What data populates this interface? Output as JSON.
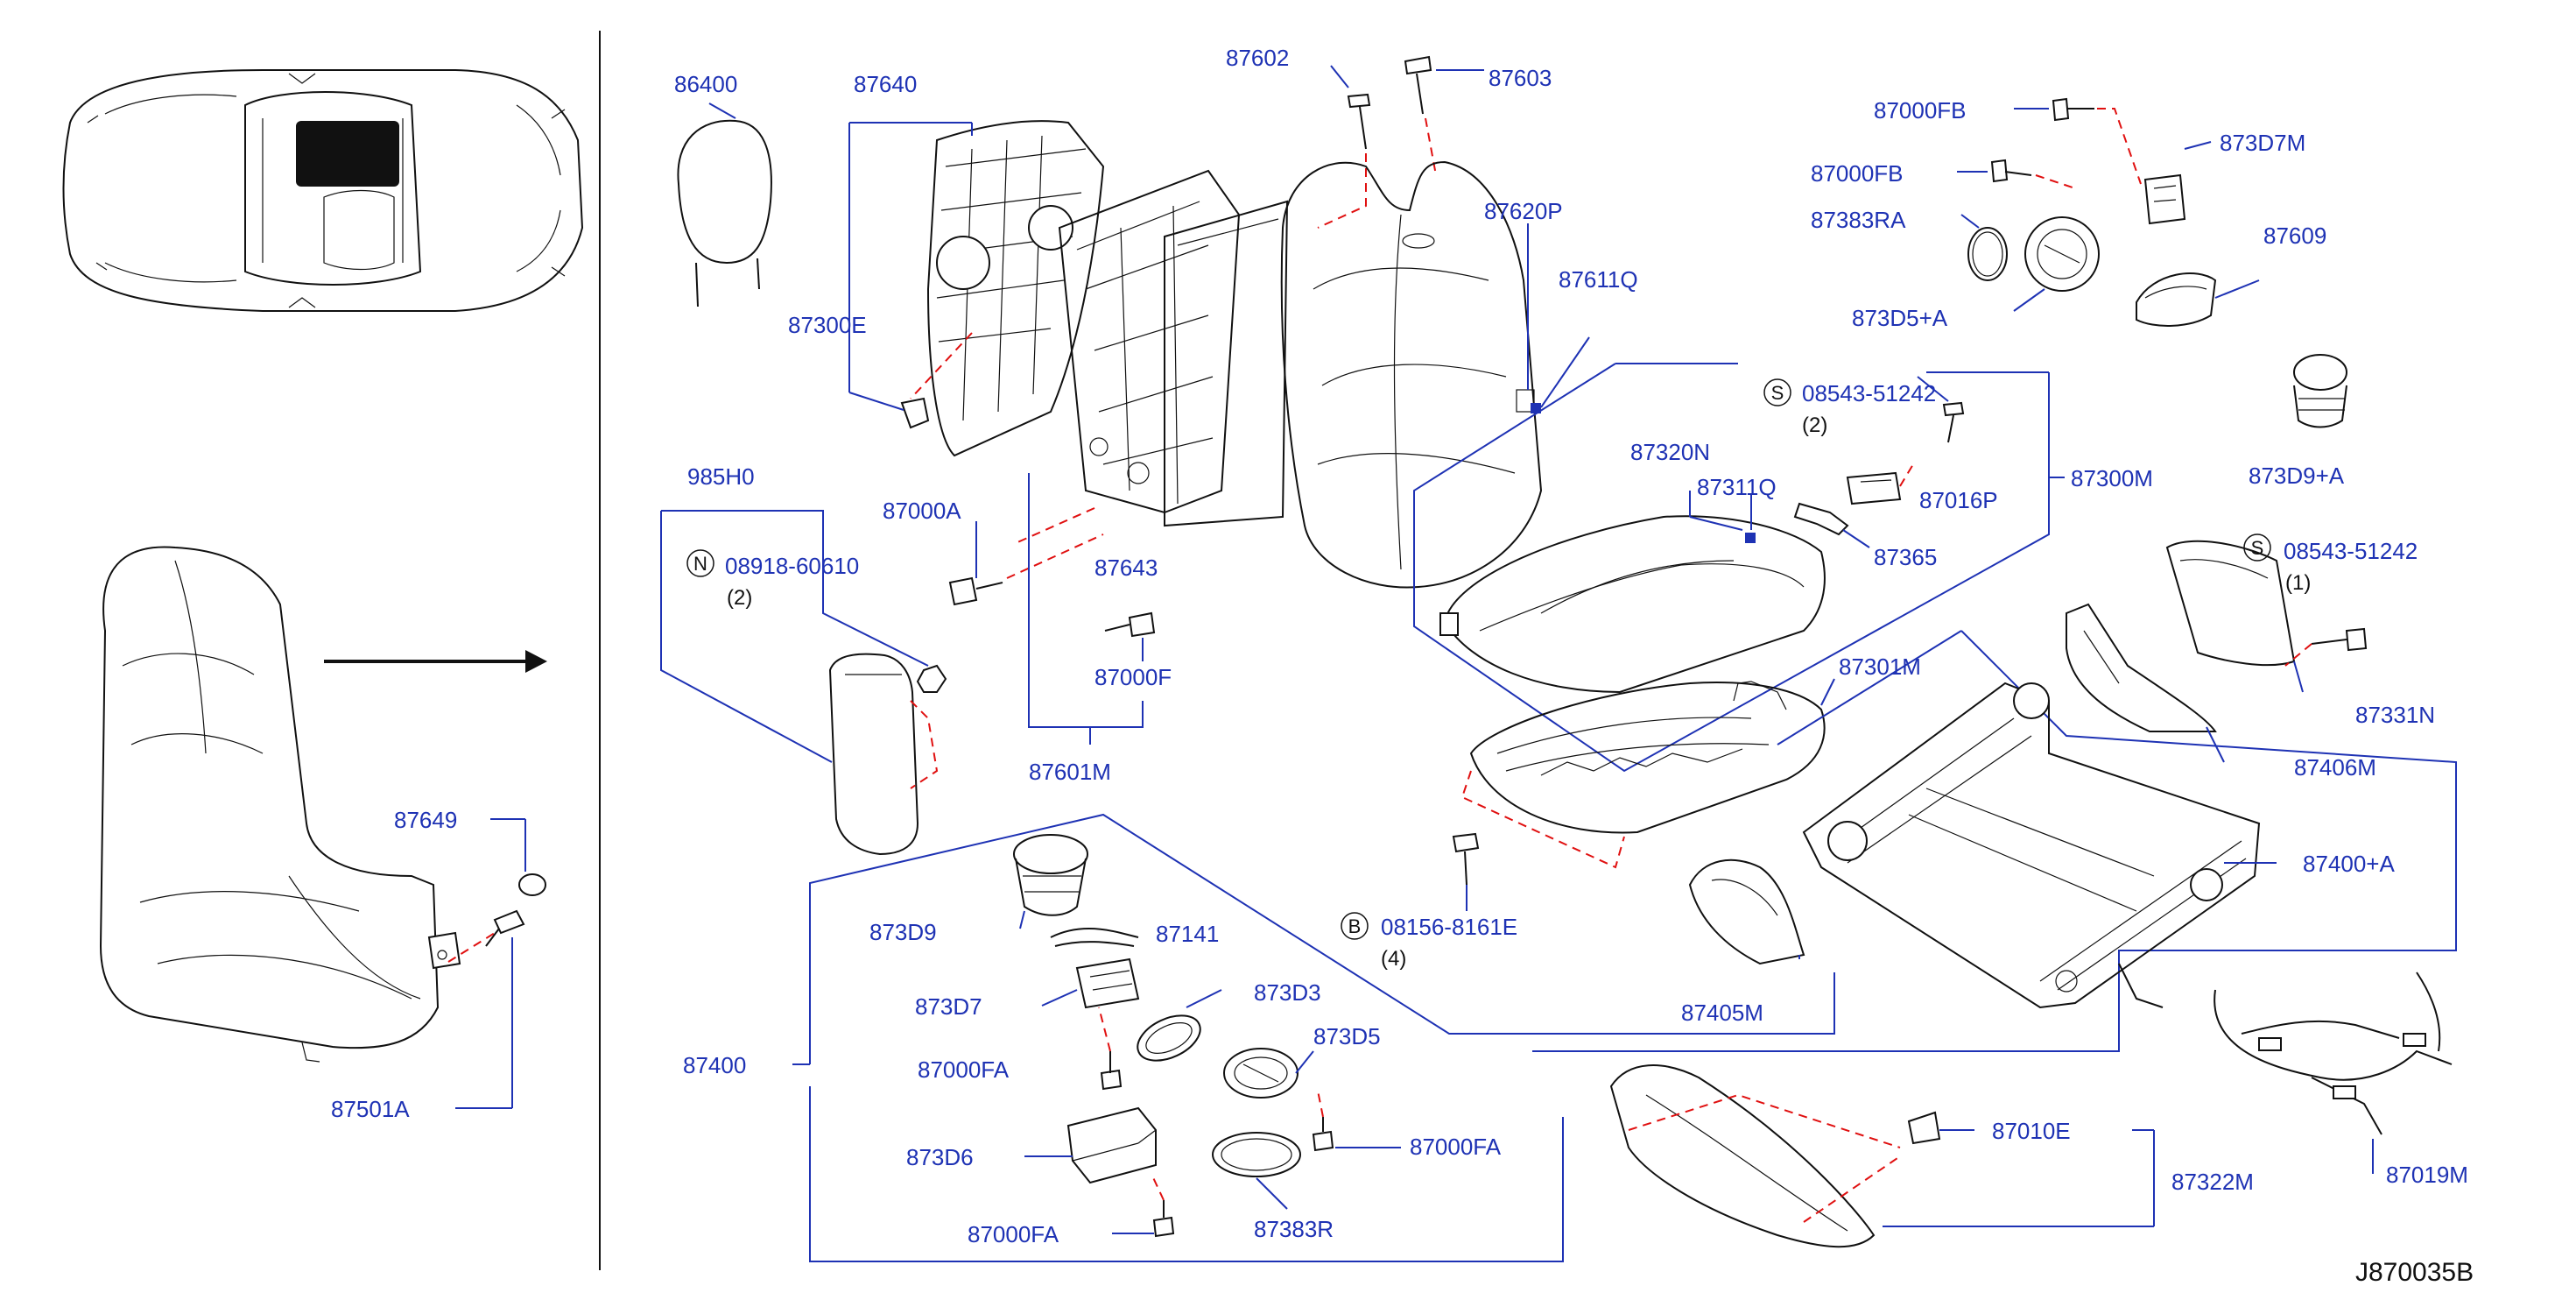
{
  "diagram_code": "J870035B",
  "labels": {
    "p86400": "86400",
    "p87640": "87640",
    "p87602": "87602",
    "p87603": "87603",
    "p87000FB_1": "87000FB",
    "p873D7M": "873D7M",
    "p87000FB_2": "87000FB",
    "p87383RA": "87383RA",
    "p87609": "87609",
    "p873D5A": "873D5+A",
    "p87620P": "87620P",
    "p87611Q": "87611Q",
    "p87300E": "87300E",
    "p08543a": "08543-51242",
    "p08543a_qty": "(2)",
    "p87320N": "87320N",
    "p87311Q": "87311Q",
    "p87016P": "87016P",
    "p87300M": "87300M",
    "p873D9A": "873D9+A",
    "p87365": "87365",
    "p985H0": "985H0",
    "p08918": "08918-60610",
    "p08918_qty": "(2)",
    "p87000A": "87000A",
    "p87643": "87643",
    "p08543b": "08543-51242",
    "p08543b_qty": "(1)",
    "p87301M": "87301M",
    "p87000F": "87000F",
    "p87331N": "87331N",
    "p87601M": "87601M",
    "p87406M": "87406M",
    "p87649": "87649",
    "p87400A": "87400+A",
    "p873D9": "873D9",
    "p87141": "87141",
    "p08156": "08156-8161E",
    "p08156_qty": "(4)",
    "p873D7": "873D7",
    "p873D3": "873D3",
    "p87405M": "87405M",
    "p87400": "87400",
    "p873D5": "873D5",
    "p87000FA_1": "87000FA",
    "p87501A": "87501A",
    "p873D6": "873D6",
    "p87000FA_2": "87000FA",
    "p87010E": "87010E",
    "p87019M": "87019M",
    "p87322M": "87322M",
    "p87000FA_3": "87000FA",
    "p87383R": "87383R"
  },
  "symbols": {
    "screw": "S",
    "nut": "N",
    "bolt": "B"
  },
  "colors": {
    "callout": "#1e32b4",
    "dashed_guide": "#e01010",
    "line_art": "#111111",
    "background": "#ffffff"
  }
}
